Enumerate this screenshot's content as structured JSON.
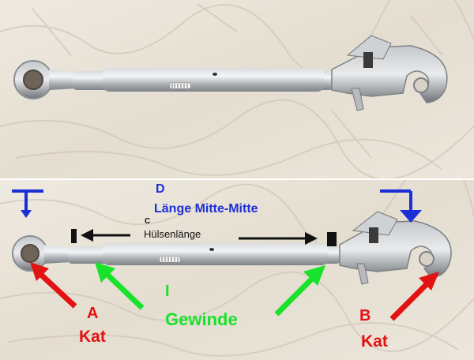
{
  "labels": {
    "d_letter": "D",
    "d_text": "Länge Mitte-Mitte",
    "c_letter": "C",
    "c_text": "Hülsenlänge",
    "i_letter": "I",
    "i_text": "Gewinde",
    "a_letter": "A",
    "a_text": "Kat",
    "b_letter": "B",
    "b_text": "Kat"
  },
  "colors": {
    "blue": "#1a2fd6",
    "red": "#e11313",
    "green": "#18e22a",
    "black": "#111111"
  }
}
